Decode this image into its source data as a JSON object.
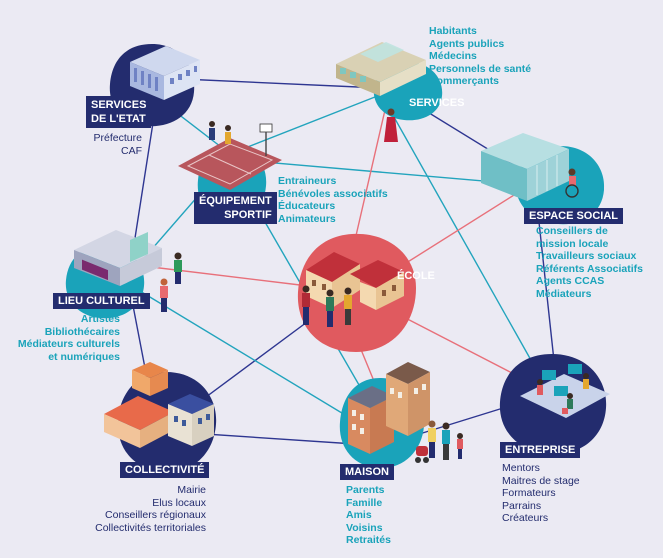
{
  "colors": {
    "background": "#ebeaf3",
    "navy": "#232c6e",
    "teal": "#1aa3ba",
    "coral": "#e05a5f",
    "link_navy": "#2e3691",
    "link_teal": "#22a4bd",
    "link_coral": "#e8707a"
  },
  "nodes": {
    "services_etat": {
      "label_lines": [
        "SERVICES",
        "DE L'ETAT"
      ],
      "items": [
        "Préfecture",
        "CAF"
      ]
    },
    "services": {
      "label": "SERVICES",
      "items": [
        "Habitants",
        "Agents publics",
        "Médecins",
        "Personnels de santé",
        "Commerçants"
      ]
    },
    "equipement_sportif": {
      "label_lines": [
        "ÉQUIPEMENT",
        "SPORTIF"
      ],
      "items": [
        "Entraineurs",
        "Bénévoles associatifs",
        "Éducateurs",
        "Animateurs"
      ]
    },
    "espace_social": {
      "label": "ESPACE SOCIAL",
      "items": [
        "Conseillers de",
        "mission locale",
        "Travailleurs sociaux",
        "Référents Associatifs",
        "Agents CCAS",
        "Médiateurs"
      ]
    },
    "ecole": {
      "label": "ÉCOLE"
    },
    "lieu_culturel": {
      "label": "LIEU CULTUREL",
      "items": [
        "Artistes",
        "Bibliothécaires",
        "Médiateurs culturels",
        "et numériques"
      ]
    },
    "collectivite": {
      "label": "COLLECTIVITÉ",
      "items": [
        "Mairie",
        "Elus locaux",
        "Conseillers régionaux",
        "Collectivités territoriales"
      ]
    },
    "maison": {
      "label": "MAISON",
      "items": [
        "Parents",
        "Famille",
        "Amis",
        "Voisins",
        "Retraités"
      ]
    },
    "entreprise": {
      "label": "ENTREPRISE",
      "items": [
        "Mentors",
        "Maitres de stage",
        "Formateurs",
        "Parrains",
        "Créateurs"
      ]
    }
  },
  "icons": [
    "government-building-icon",
    "shopping-mall-icon",
    "basketball-court-icon",
    "social-center-icon",
    "school-icon",
    "cultural-venue-icon",
    "town-hall-icon",
    "houses-icon",
    "office-icon"
  ]
}
